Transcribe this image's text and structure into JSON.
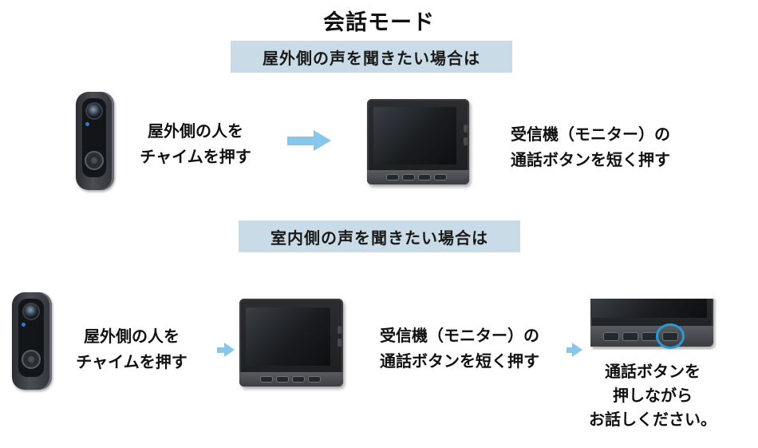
{
  "title": "会話モード",
  "section1": {
    "banner": "屋外側の声を聞きたい場合は",
    "step1_line1": "屋外側の人を",
    "step1_line2": "チャイムを押す",
    "step2_line1": "受信機（モニター）の",
    "step2_line2": "通話ボタンを短く押す"
  },
  "section2": {
    "banner": "室内側の声を聞きたい場合は",
    "step1_line1": "屋外側の人を",
    "step1_line2": "チャイムを押す",
    "step2_line1": "受信機（モニター）の",
    "step2_line2": "通話ボタンを短く押す",
    "step3_line1": "通話ボタンを",
    "step3_line2": "押しながら",
    "step3_line3": "お話しください。"
  },
  "colors": {
    "banner": "#c9dbe6",
    "arrow": "#87c7ea",
    "highlight": "#2a9ad6"
  }
}
